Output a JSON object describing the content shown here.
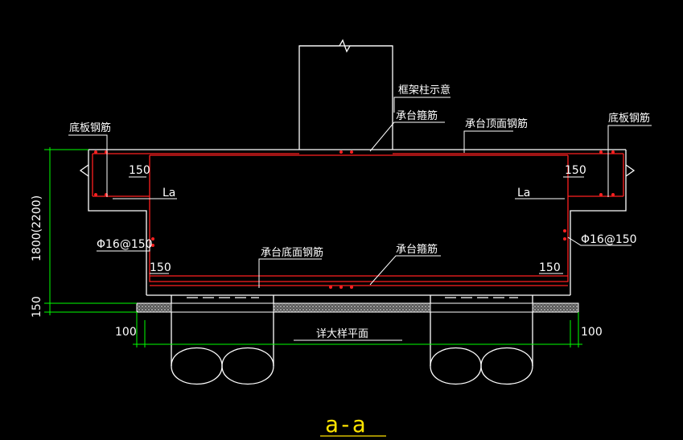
{
  "labels": {
    "frame_column": "框架柱示意",
    "cap_stirrup_top": "承台箍筋",
    "cap_top_rebar": "承台顶面钢筋",
    "slab_rebar_left": "底板钢筋",
    "slab_rebar_right": "底板钢筋",
    "cap_bottom_rebar": "承台底面钢筋",
    "cap_stirrup_bottom": "承台箍筋",
    "see_detail_plan": "详大样平面"
  },
  "dims": {
    "cover_top_left": "150",
    "cover_top_right": "150",
    "cover_bottom_left": "150",
    "cover_bottom_right": "150",
    "anchor_left": "La",
    "anchor_right": "La",
    "side_bar_left": "Φ16@150",
    "side_bar_right": "Φ16@150",
    "height_main": "1800(2200)",
    "height_bedding": "150",
    "offset_left": "100",
    "offset_right": "100"
  },
  "section_title": "a-a",
  "colors": {
    "background": "#000000",
    "outline": "#ffffff",
    "rebar": "#ff2020",
    "dimension": "#00ff00",
    "title": "#ffe400",
    "hatch": "#cfcfcf"
  }
}
